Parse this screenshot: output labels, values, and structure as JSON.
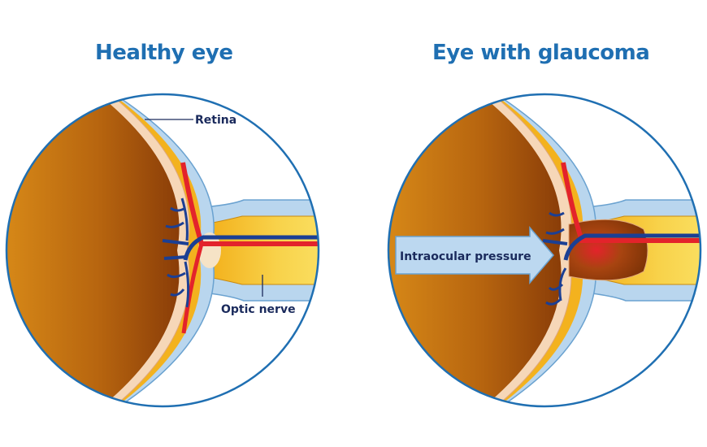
{
  "titles": {
    "left": "Healthy eye",
    "right": "Eye with glaucoma"
  },
  "labels": {
    "retina": "Retina",
    "optic_nerve": "Optic nerve",
    "pressure": "Intraocular pressure"
  },
  "colors": {
    "title": "#1f6fb2",
    "label": "#1a2a5c",
    "sclera": "#b9d6ee",
    "choroid": "#f3b21e",
    "retina": "#f6d7b8",
    "vitreous": "#a0520e",
    "artery": "#e3232b",
    "vein": "#1b3f94",
    "arrow": "#bcd8f0"
  }
}
